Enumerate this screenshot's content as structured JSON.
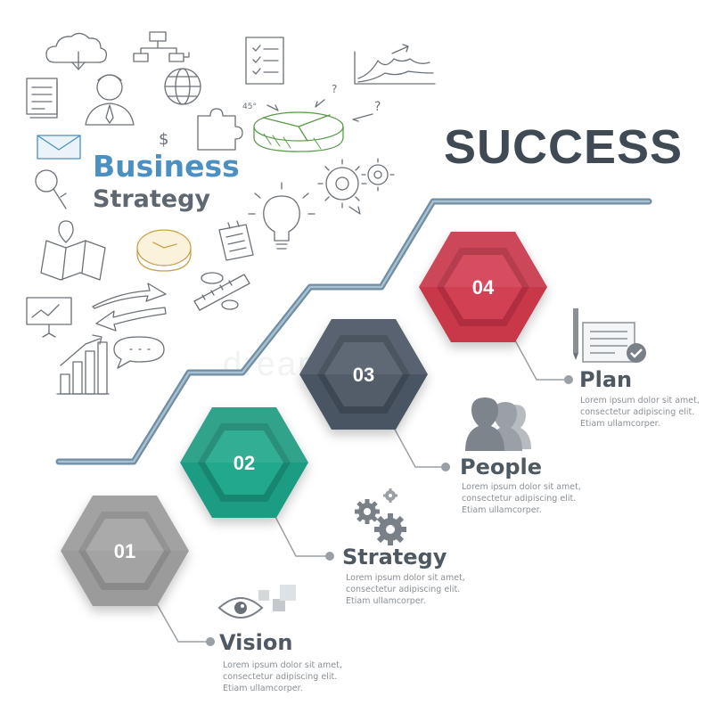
{
  "titles": {
    "success": "SUCCESS",
    "business": "Business",
    "strategy": "Strategy"
  },
  "watermark": "dreamstime",
  "steps": [
    {
      "number": "01",
      "name": "Vision",
      "color": "#9a9a9a",
      "icon": "eye-icon",
      "desc": [
        "Lorem ipsum dolor sit amet,",
        "consectetur adipiscing elit.",
        "Etiam ullamcorper."
      ]
    },
    {
      "number": "02",
      "name": "Strategy",
      "color": "#1f9c82",
      "icon": "gears-icon",
      "desc": [
        "Lorem ipsum dolor sit amet,",
        "consectetur adipiscing elit.",
        "Etiam ullamcorper."
      ]
    },
    {
      "number": "03",
      "name": "People",
      "color": "#4a5563",
      "icon": "people-icon",
      "desc": [
        "Lorem ipsum dolor sit amet,",
        "consectetur adipiscing elit.",
        "Etiam ullamcorper."
      ]
    },
    {
      "number": "04",
      "name": "Plan",
      "color": "#c8374a",
      "icon": "checklist-icon",
      "desc": [
        "Lorem ipsum dolor sit amet,",
        "consectetur adipiscing elit.",
        "Etiam ullamcorper."
      ]
    }
  ],
  "colors": {
    "stairs_line": "#7f9bb0",
    "connector": "#9aa0a6",
    "success_text": "#3f4a55",
    "business_text": "#4a90c2"
  },
  "sketch_icons": [
    "cloud-download-icon",
    "org-chart-icon",
    "checklist-sketch-icon",
    "line-graph-icon",
    "document-icon",
    "businessman-icon",
    "globe-icon",
    "envelope-icon",
    "dollar-icon",
    "puzzle-icon",
    "pie-chart-icon",
    "magnifier-icon",
    "gears-sketch-icon",
    "lightbulb-icon",
    "map-icon",
    "clock-icon",
    "notepad-icon",
    "ruler-pencil-icon",
    "arrows-icon",
    "presentation-icon",
    "speech-bubble-icon",
    "bar-chart-icon"
  ],
  "sketch_marks": [
    "$",
    "?",
    "?",
    "45°"
  ]
}
